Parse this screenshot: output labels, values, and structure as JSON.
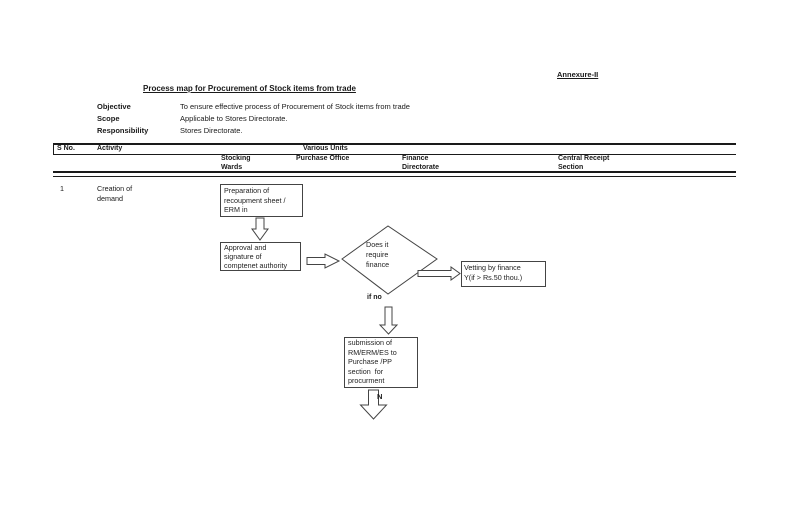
{
  "colors": {
    "ink": "#1a1a1a",
    "shape_outline": "#444444",
    "background": "#ffffff"
  },
  "header": {
    "annexure": "Annexure-II",
    "title": "Process map for Procurement of Stock items from trade"
  },
  "meta": {
    "rows": [
      {
        "label": "Objective",
        "value": "To ensure effective process of Procurement of Stock items from trade"
      },
      {
        "label": "Scope",
        "value": "Applicable to Stores Directorate."
      },
      {
        "label": "Responsibility",
        "value": "Stores Directorate."
      }
    ]
  },
  "table": {
    "col_sno": "S No.",
    "col_activity": "Activity",
    "col_various_units": "Various Units",
    "subcolumns": [
      {
        "line1": "Stocking",
        "line2": "Wards"
      },
      {
        "line1": "Purchase Office",
        "line2": ""
      },
      {
        "line1": "Finance",
        "line2": "Directorate"
      },
      {
        "line1": "Central Receipt",
        "line2": "Section"
      }
    ]
  },
  "row1": {
    "sno": "1",
    "activity_line1": "Creation of",
    "activity_line2": "demand"
  },
  "flowchart": {
    "box_preparation": {
      "lines": [
        "Preparation of",
        "recoupment sheet /",
        "ERM in"
      ]
    },
    "box_approval": {
      "lines": [
        "Approval and",
        "signature of",
        "comptenet authority"
      ]
    },
    "decision_diamond": {
      "lines": [
        "Does it",
        "require",
        "finance"
      ]
    },
    "box_vetting": {
      "lines": [
        "Vetting by finance",
        "Y(if > Rs.50 thou.)"
      ]
    },
    "label_if_no": "if no",
    "box_submission": {
      "lines": [
        "submission of",
        "RM/ERM/ES to",
        "Purchase /PP",
        "section  for",
        "procurment"
      ]
    },
    "label_n": "N"
  }
}
